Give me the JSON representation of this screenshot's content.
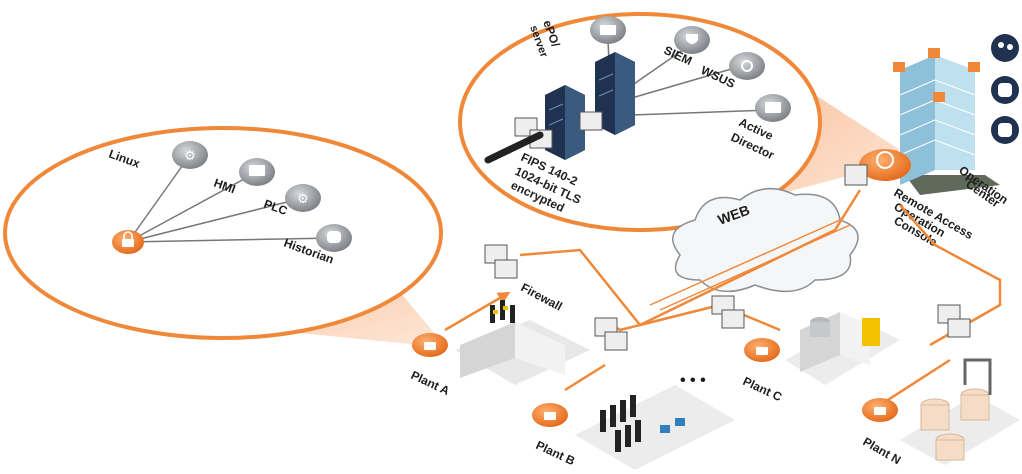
{
  "left_zoom": {
    "labels": {
      "linux": "Linux",
      "hmi": "HMI",
      "plc": "PLC",
      "historian": "Historian"
    }
  },
  "top_zoom": {
    "labels": {
      "epo": "ePO/",
      "epo2": "server",
      "siem": "SIEM",
      "wsus": "WSUS",
      "active": "Active",
      "directory": "Director",
      "fips1": "FIPS 140-2",
      "fips2": "1024-bit TLS",
      "fips3": "encrypted"
    }
  },
  "network": {
    "web": "WEB",
    "firewall": "Firewall",
    "remote1": "Remote Access",
    "remote2": "Operation",
    "remote3": "Console",
    "op1": "Operation",
    "op2": "Center",
    "ellipsis": "• • •"
  },
  "plants": {
    "a": "Plant A",
    "b": "Plant B",
    "c": "Plant C",
    "n": "Plant N"
  },
  "colors": {
    "orange": "#f0883a",
    "peach": "#f8c39a",
    "navy": "#1f3350",
    "gray": "#8c8f93"
  },
  "icons": [
    "lock-icon",
    "gear-icon",
    "screen-icon",
    "database-icon",
    "shield-icon",
    "refresh-icon",
    "folder-icon",
    "people-icon"
  ]
}
